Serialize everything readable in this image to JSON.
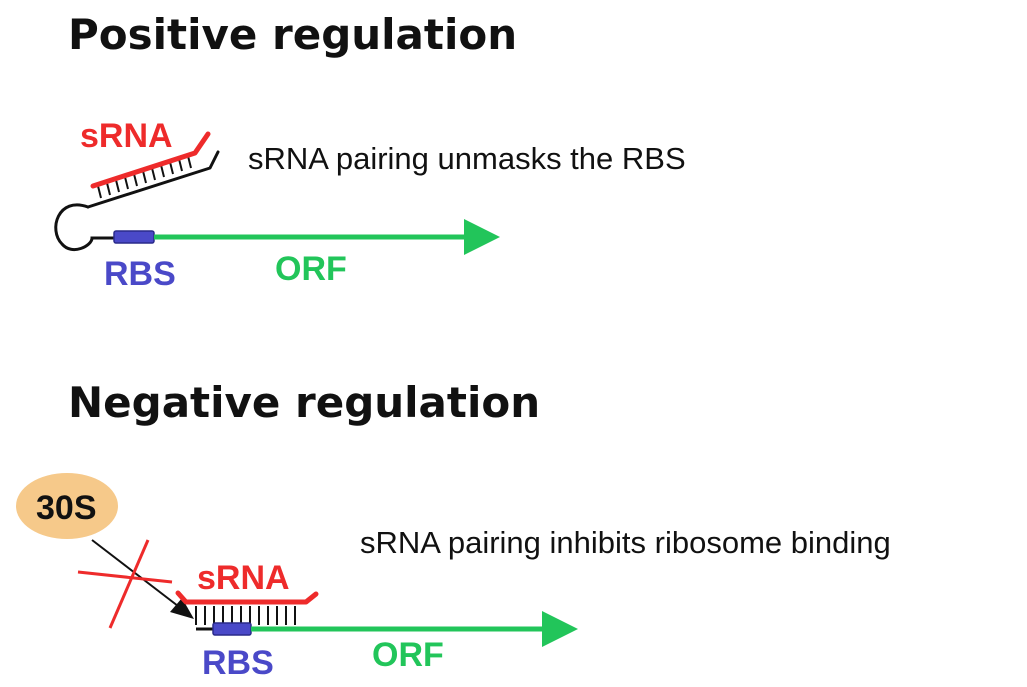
{
  "positive": {
    "title": "Positive regulation",
    "description": "sRNA pairing unmasks the RBS",
    "srna_label": "sRNA",
    "rbs_label": "RBS",
    "orf_label": "ORF"
  },
  "negative": {
    "title": "Negative regulation",
    "description": "sRNA pairing inhibits ribosome binding",
    "ribosome_label": "30S",
    "srna_label": "sRNA",
    "rbs_label": "RBS",
    "orf_label": "ORF"
  },
  "colors": {
    "srna": "#ee2b2b",
    "rbs": "#4a49c8",
    "orf": "#22c55a",
    "ribosome_fill": "#f6c98a",
    "text": "#111111"
  }
}
